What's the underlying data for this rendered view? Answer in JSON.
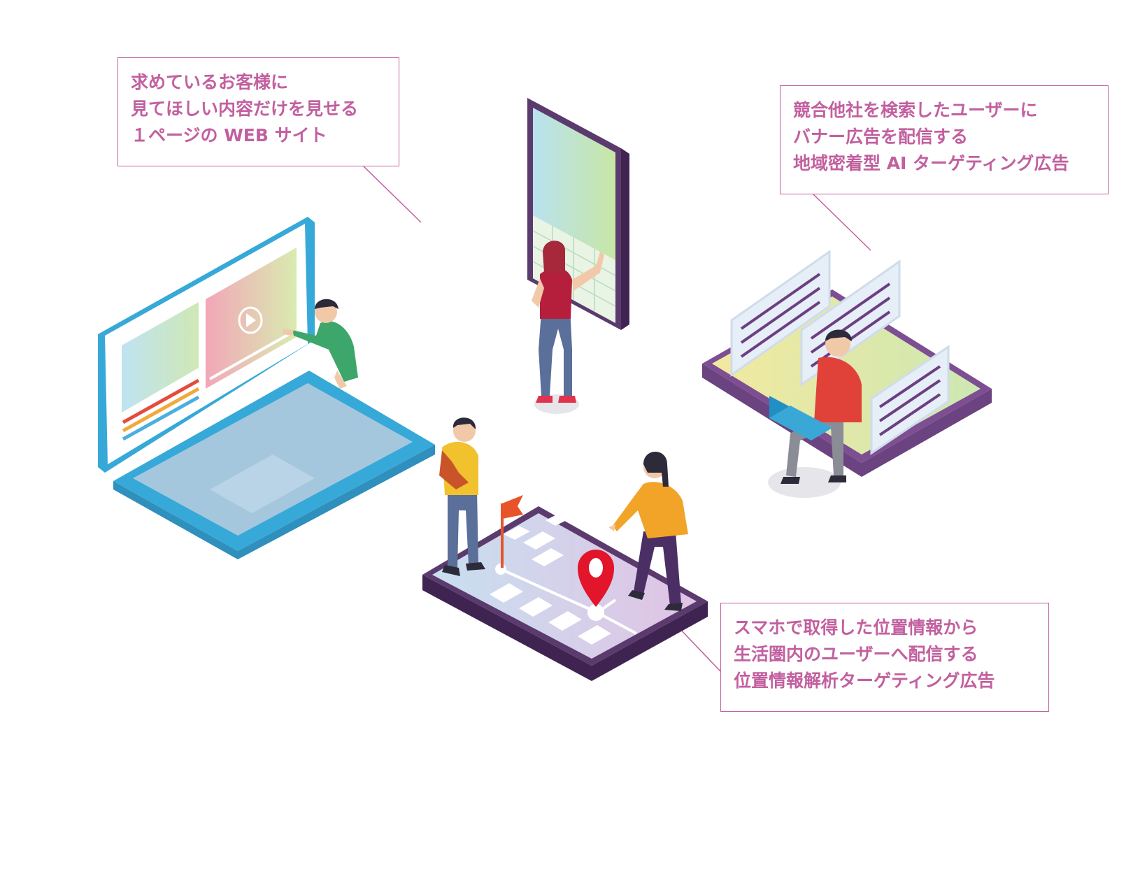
{
  "callouts": {
    "web": {
      "lines": [
        "求めているお客様に",
        "見てほしい内容だけを見せる",
        "１ページの WEB サイト"
      ]
    },
    "ai": {
      "lines": [
        "競合他社を検索したユーザーに",
        "バナー広告を配信する",
        "地域密着型 AI ターゲティング広告"
      ]
    },
    "geo": {
      "lines": [
        "スマホで取得した位置情報から",
        "生活圏内のユーザーへ配信する",
        "位置情報解析ターゲティング広告"
      ]
    }
  },
  "colors": {
    "callout": "#c2609f",
    "laptop": "#36a9d8",
    "phone_frame": "#5b3a6e",
    "map_pin": "#e2152b"
  }
}
